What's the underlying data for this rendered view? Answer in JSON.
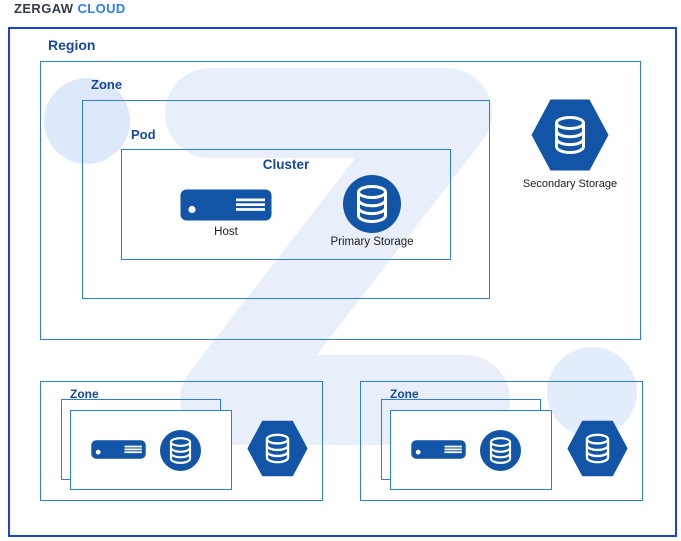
{
  "logo": {
    "brand": "ZERGAW",
    "product": "CLOUD"
  },
  "region": {
    "label": "Region",
    "zone": {
      "label": "Zone",
      "pod": {
        "label": "Pod",
        "cluster": {
          "label": "Cluster",
          "host": {
            "label": "Host",
            "icon": "server-icon"
          },
          "primary_storage": {
            "label": "Primary Storage",
            "icon": "database-circle-icon"
          }
        }
      },
      "secondary_storage": {
        "label": "Secondary Storage",
        "icon": "database-hexagon-icon"
      }
    },
    "bottom_zones": [
      {
        "label": "Zone",
        "icons": [
          "server-icon",
          "database-circle-icon",
          "database-hexagon-icon"
        ]
      },
      {
        "label": "Zone",
        "icons": [
          "server-icon",
          "database-circle-icon",
          "database-hexagon-icon"
        ]
      }
    ]
  },
  "colors": {
    "region_border": "#1b44d0",
    "box_border": "#2d7de4",
    "label_text": "#17479e",
    "icon_fill": "#1254a5",
    "logo_brand": "#343b49",
    "logo_product": "#2e7ff2",
    "watermark": "#e9effa",
    "decoration_circle": "#dde9fa",
    "caption_text": "#1c1c1c"
  }
}
